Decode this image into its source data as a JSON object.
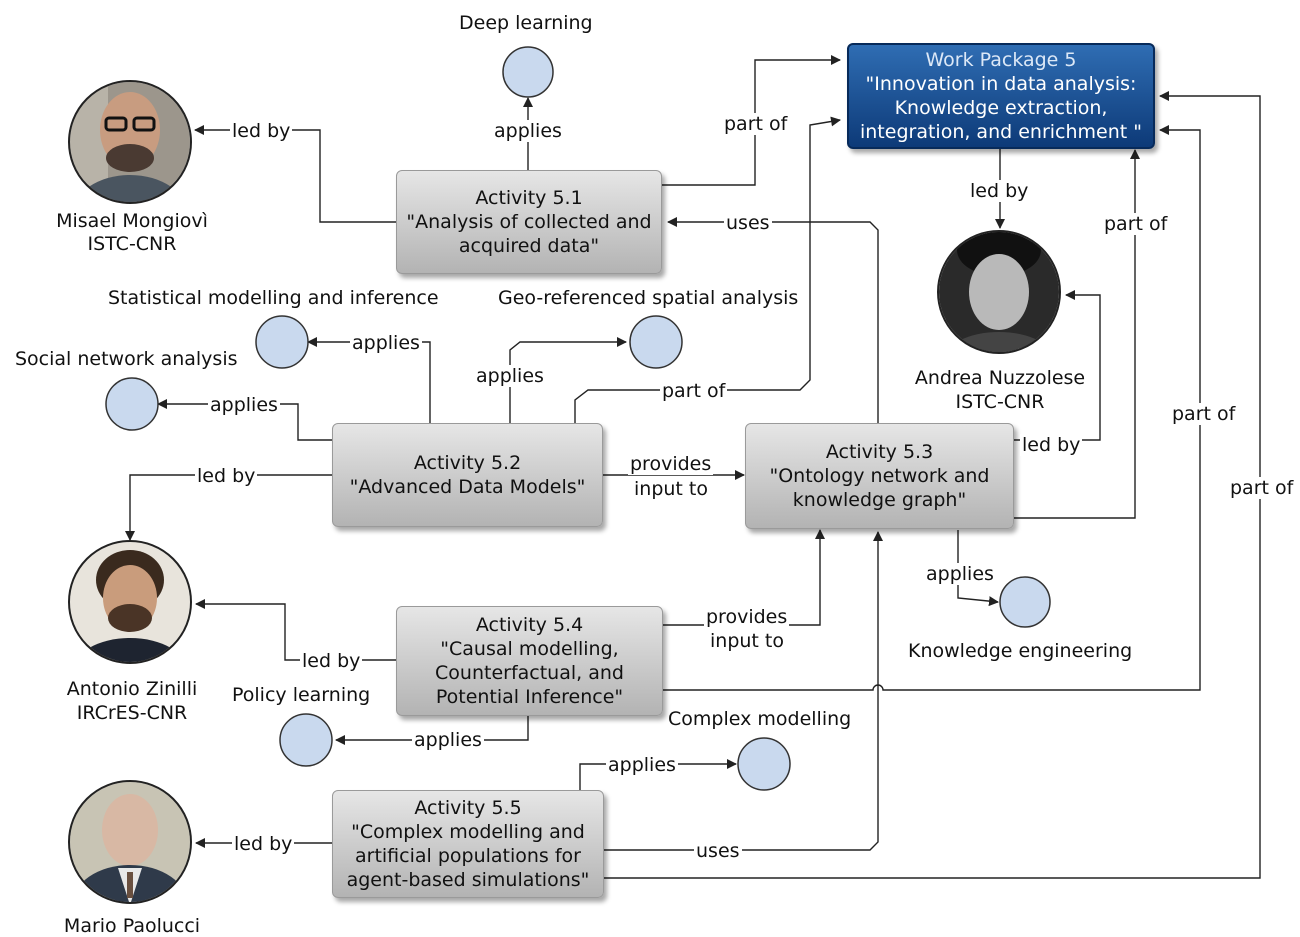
{
  "work_package": {
    "line1": "Work Package 5",
    "line2": "\"Innovation in data analysis:",
    "line3": "Knowledge extraction,",
    "line4": "integration, and enrichment \""
  },
  "activities": {
    "a51": {
      "title": "Activity 5.1",
      "l2": "\"Analysis of collected and",
      "l3": "acquired data\""
    },
    "a52": {
      "title": "Activity 5.2",
      "l2": "\"Advanced Data Models\""
    },
    "a53": {
      "title": "Activity 5.3",
      "l2": "\"Ontology network and",
      "l3": "knowledge graph\""
    },
    "a54": {
      "title": "Activity 5.4",
      "l2": "\"Causal modelling,",
      "l3": "Counterfactual, and",
      "l4": "Potential Inference\""
    },
    "a55": {
      "title": "Activity 5.5",
      "l2": "\"Complex modelling and",
      "l3": "artificial populations for",
      "l4": "agent-based simulations\""
    }
  },
  "people": {
    "misael": {
      "name": "Misael Mongiovì",
      "org": "ISTC-CNR"
    },
    "andrea": {
      "name": "Andrea Nuzzolese",
      "org": "ISTC-CNR"
    },
    "antonio": {
      "name": "Antonio Zinilli",
      "org": "IRCrES-CNR"
    },
    "mario": {
      "name": "Mario Paolucci"
    }
  },
  "techniques": {
    "deep_learning": "Deep learning",
    "statistical": "Statistical modelling and inference",
    "geo": "Geo-referenced spatial analysis",
    "social": "Social network analysis",
    "knowledge_eng": "Knowledge engineering",
    "policy": "Policy learning",
    "complex": "Complex modelling"
  },
  "relations": {
    "led_by": "led by",
    "applies": "applies",
    "part_of": "part of",
    "uses": "uses",
    "provides1": "provides",
    "provides2": "input to"
  },
  "colors": {
    "wp_fill": "#0d3a78",
    "activity_fill": "#c4c4c4",
    "technique_fill": "#c9d9ee",
    "edge": "#222222"
  }
}
